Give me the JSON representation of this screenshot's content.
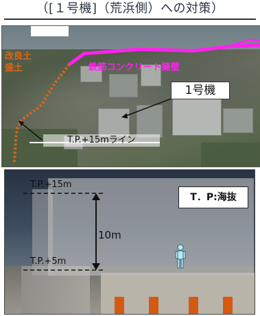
{
  "title": "（[１号機]（荒浜側）への対策）",
  "aerial": {
    "left_label_line1": "改良土",
    "left_label_line2": "盛土",
    "wall_label": "鉄筋コンクリート擁壁",
    "unit_label": "1号機",
    "line_label": "T.P.+15mライン",
    "colors": {
      "wall": "#ff22ee",
      "embankment": "#d9661b"
    }
  },
  "photo": {
    "legend": "T．P:海抜",
    "top_mark": "T.P.+15m",
    "bottom_mark": "T.P.+5m",
    "height": "10m",
    "icons": [
      "person-icon"
    ]
  }
}
